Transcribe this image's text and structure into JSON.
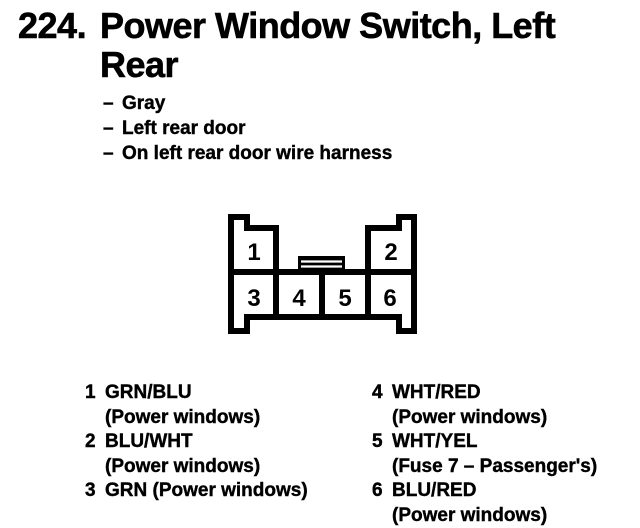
{
  "page": {
    "background": "#ffffff",
    "ink_color": "#000000"
  },
  "heading": {
    "number": "224.",
    "title_lines": [
      "Power Window Switch, Left",
      "Rear"
    ]
  },
  "details": {
    "dash": "–",
    "items": [
      "Gray",
      "Left rear door",
      "On left rear door wire harness"
    ]
  },
  "connector": {
    "pin_labels": [
      "1",
      "2",
      "3",
      "4",
      "5",
      "6"
    ]
  },
  "legend": {
    "left": [
      {
        "num": "1",
        "lines": [
          "GRN/BLU",
          "(Power windows)"
        ]
      },
      {
        "num": "2",
        "lines": [
          "BLU/WHT",
          "(Power windows)"
        ]
      },
      {
        "num": "3",
        "lines": [
          "GRN (Power windows)"
        ]
      }
    ],
    "right": [
      {
        "num": "4",
        "lines": [
          "WHT/RED",
          "(Power windows)"
        ]
      },
      {
        "num": "5",
        "lines": [
          "WHT/YEL",
          "(Fuse 7 – Passenger's)"
        ]
      },
      {
        "num": "6",
        "lines": [
          "BLU/RED",
          "(Power windows)"
        ]
      }
    ]
  }
}
